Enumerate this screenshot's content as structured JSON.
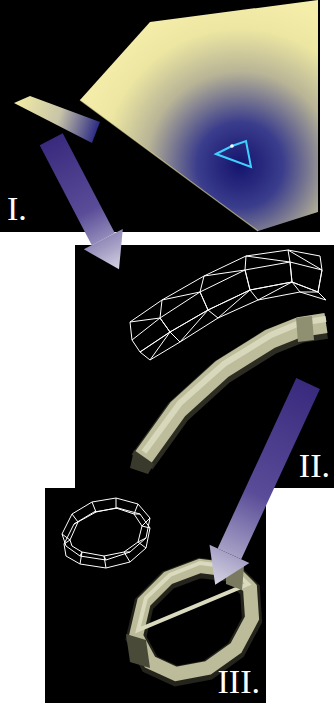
{
  "diagram": {
    "nodes": [
      {
        "text": [
          "I."
        ]
      },
      {
        "text": [
          "II."
        ]
      },
      {
        "text": [
          "III."
        ]
      }
    ],
    "edges": [
      {
        "from": 0,
        "to": 1,
        "arrow": "to"
      },
      {
        "from": 1,
        "to": 2,
        "arrow": "to"
      }
    ]
  }
}
